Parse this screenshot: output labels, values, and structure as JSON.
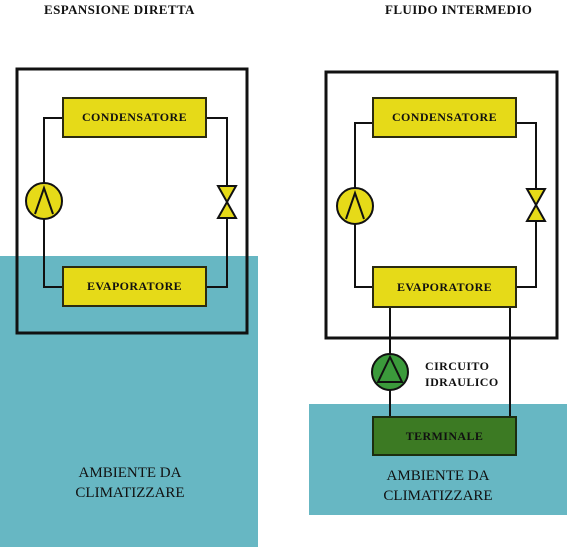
{
  "left": {
    "title": "ESPANSIONE DIRETTA",
    "condenser_label": "CONDENSATORE",
    "evaporator_label": "EVAPORATORE",
    "ambient_line1": "AMBIENTE DA",
    "ambient_line2": "CLIMATIZZARE"
  },
  "right": {
    "title": "FLUIDO INTERMEDIO",
    "condenser_label": "CONDENSATORE",
    "evaporator_label": "EVAPORATORE",
    "circuit_line1": "CIRCUITO",
    "circuit_line2": "IDRAULICO",
    "terminal_label": "TERMINALE",
    "ambient_line1": "AMBIENTE DA",
    "ambient_line2": "CLIMATIZZARE"
  },
  "colors": {
    "ambient": "#67b7c3",
    "component_yellow": "#e6da18",
    "terminal_green": "#3c7a23",
    "pump_green": "#3b9a3b",
    "line": "#111111"
  },
  "icons": {
    "compressor": "compressor-symbol",
    "expansion_valve": "expansion-valve-symbol",
    "pump": "pump-symbol"
  }
}
